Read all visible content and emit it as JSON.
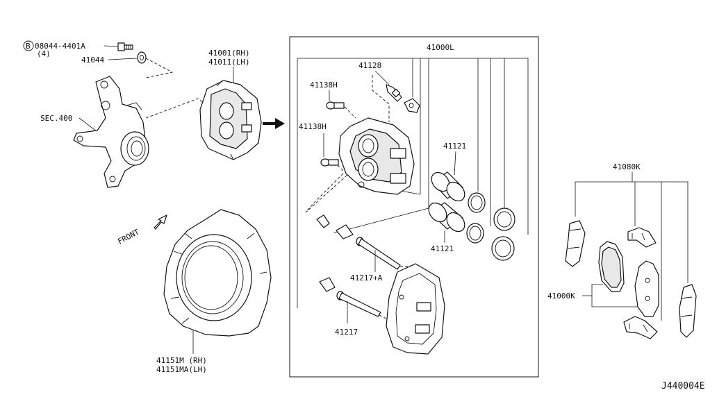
{
  "labels": {
    "bolt_code": "08044-4401A",
    "bolt_qty": "(4)",
    "bolt_prefix": "B",
    "washer": "41044",
    "knuckle": "SEC.400",
    "caliper_rh": "41001(RH)",
    "caliper_lh": "41011(LH)",
    "front": "FRONT",
    "baffle_rh": "41151M (RH)",
    "baffle_lh": "41151MA(LH)",
    "caliper_assy": "41000L",
    "bleeder": "41128",
    "bolt_h_upper": "41138H",
    "bolt_h_lower": "41138H",
    "piston_upper": "41121",
    "piston_lower": "41121",
    "pin_a": "41217+A",
    "pin": "41217",
    "pad_kit": "41080K",
    "pad_set": "41000K",
    "diagram_code": "J440004E"
  }
}
